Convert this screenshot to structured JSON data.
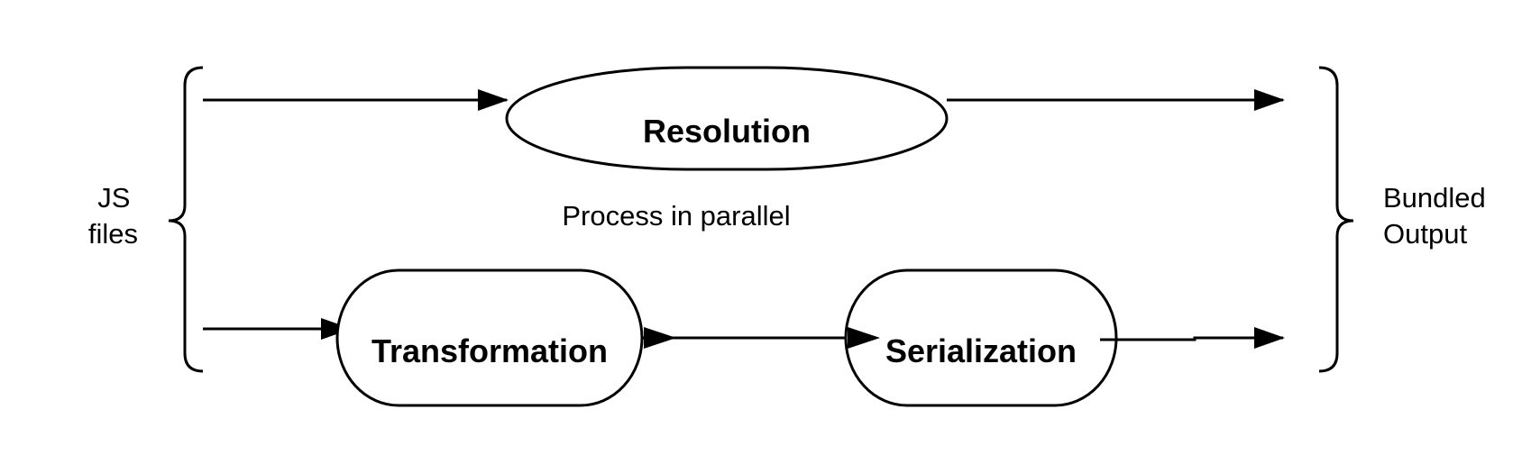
{
  "colors": {
    "background": "#ffffff",
    "stroke": "#000000",
    "text": "#000000"
  },
  "input_label": {
    "line1": "JS",
    "line2": "files"
  },
  "output_label": {
    "line1": "Bundled",
    "line2": "Output"
  },
  "nodes": {
    "resolution": "Resolution",
    "transformation": "Transformation",
    "serialization": "Serialization"
  },
  "annotation": "Process in parallel"
}
